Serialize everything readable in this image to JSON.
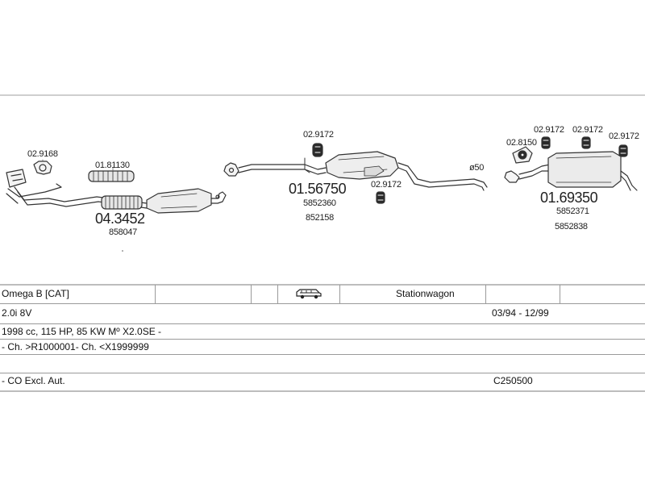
{
  "diagram": {
    "parts": {
      "manifold_clamp": "02.9168",
      "flex_pipe": "01.81130",
      "front_pipe_main": "04.3452",
      "front_pipe_sub": "858047",
      "middle_hanger_top": "02.9172",
      "middle_main": "01.56750",
      "middle_sub1": "5852360",
      "middle_sub2": "852158",
      "middle_hanger_bottom": "02.9172",
      "pipe_diameter": "ø50",
      "rear_gasket": "02.8150",
      "rear_hanger_1": "02.9172",
      "rear_hanger_2": "02.9172",
      "rear_hanger_3": "02.9172",
      "rear_main": "01.69350",
      "rear_sub1": "5852371",
      "rear_sub2": "5852838"
    }
  },
  "vehicle_table": {
    "model": "Omega B  [CAT]",
    "body_type": "Stationwagon",
    "engine": "2.0i  8V",
    "years": "03/94 - 12/99",
    "spec": "1998 cc, 115 HP, 85 KW Mº X2.0SE -",
    "chassis": "- Ch. >R1000001- Ch. <X1999999",
    "note": "- CO Excl. Aut.",
    "code": "C250500"
  },
  "icons": {
    "vehicle": "station-wagon-icon"
  }
}
